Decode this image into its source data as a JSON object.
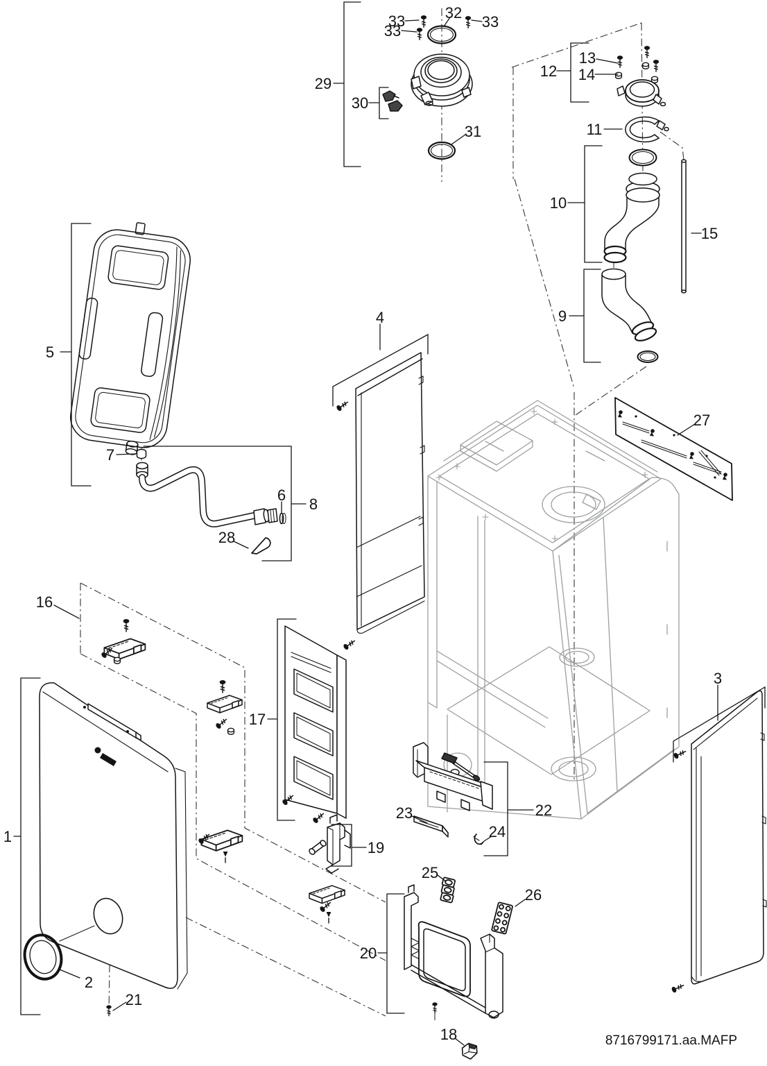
{
  "labels": {
    "l1": "1",
    "l2": "2",
    "l3": "3",
    "l4": "4",
    "l5": "5",
    "l6": "6",
    "l7": "7",
    "l8": "8",
    "l9": "9",
    "l10": "10",
    "l11": "11",
    "l12": "12",
    "l13": "13",
    "l14": "14",
    "l15": "15",
    "l16": "16",
    "l17": "17",
    "l18": "18",
    "l19": "19",
    "l20": "20",
    "l21": "21",
    "l22": "22",
    "l23": "23",
    "l24": "24",
    "l25": "25",
    "l26": "26",
    "l27": "27",
    "l28": "28",
    "l29": "29",
    "l30": "30",
    "l31": "31",
    "l32": "32",
    "l33": "33"
  },
  "footer": {
    "drawing_code": "8716799171.aa.MAFP"
  }
}
